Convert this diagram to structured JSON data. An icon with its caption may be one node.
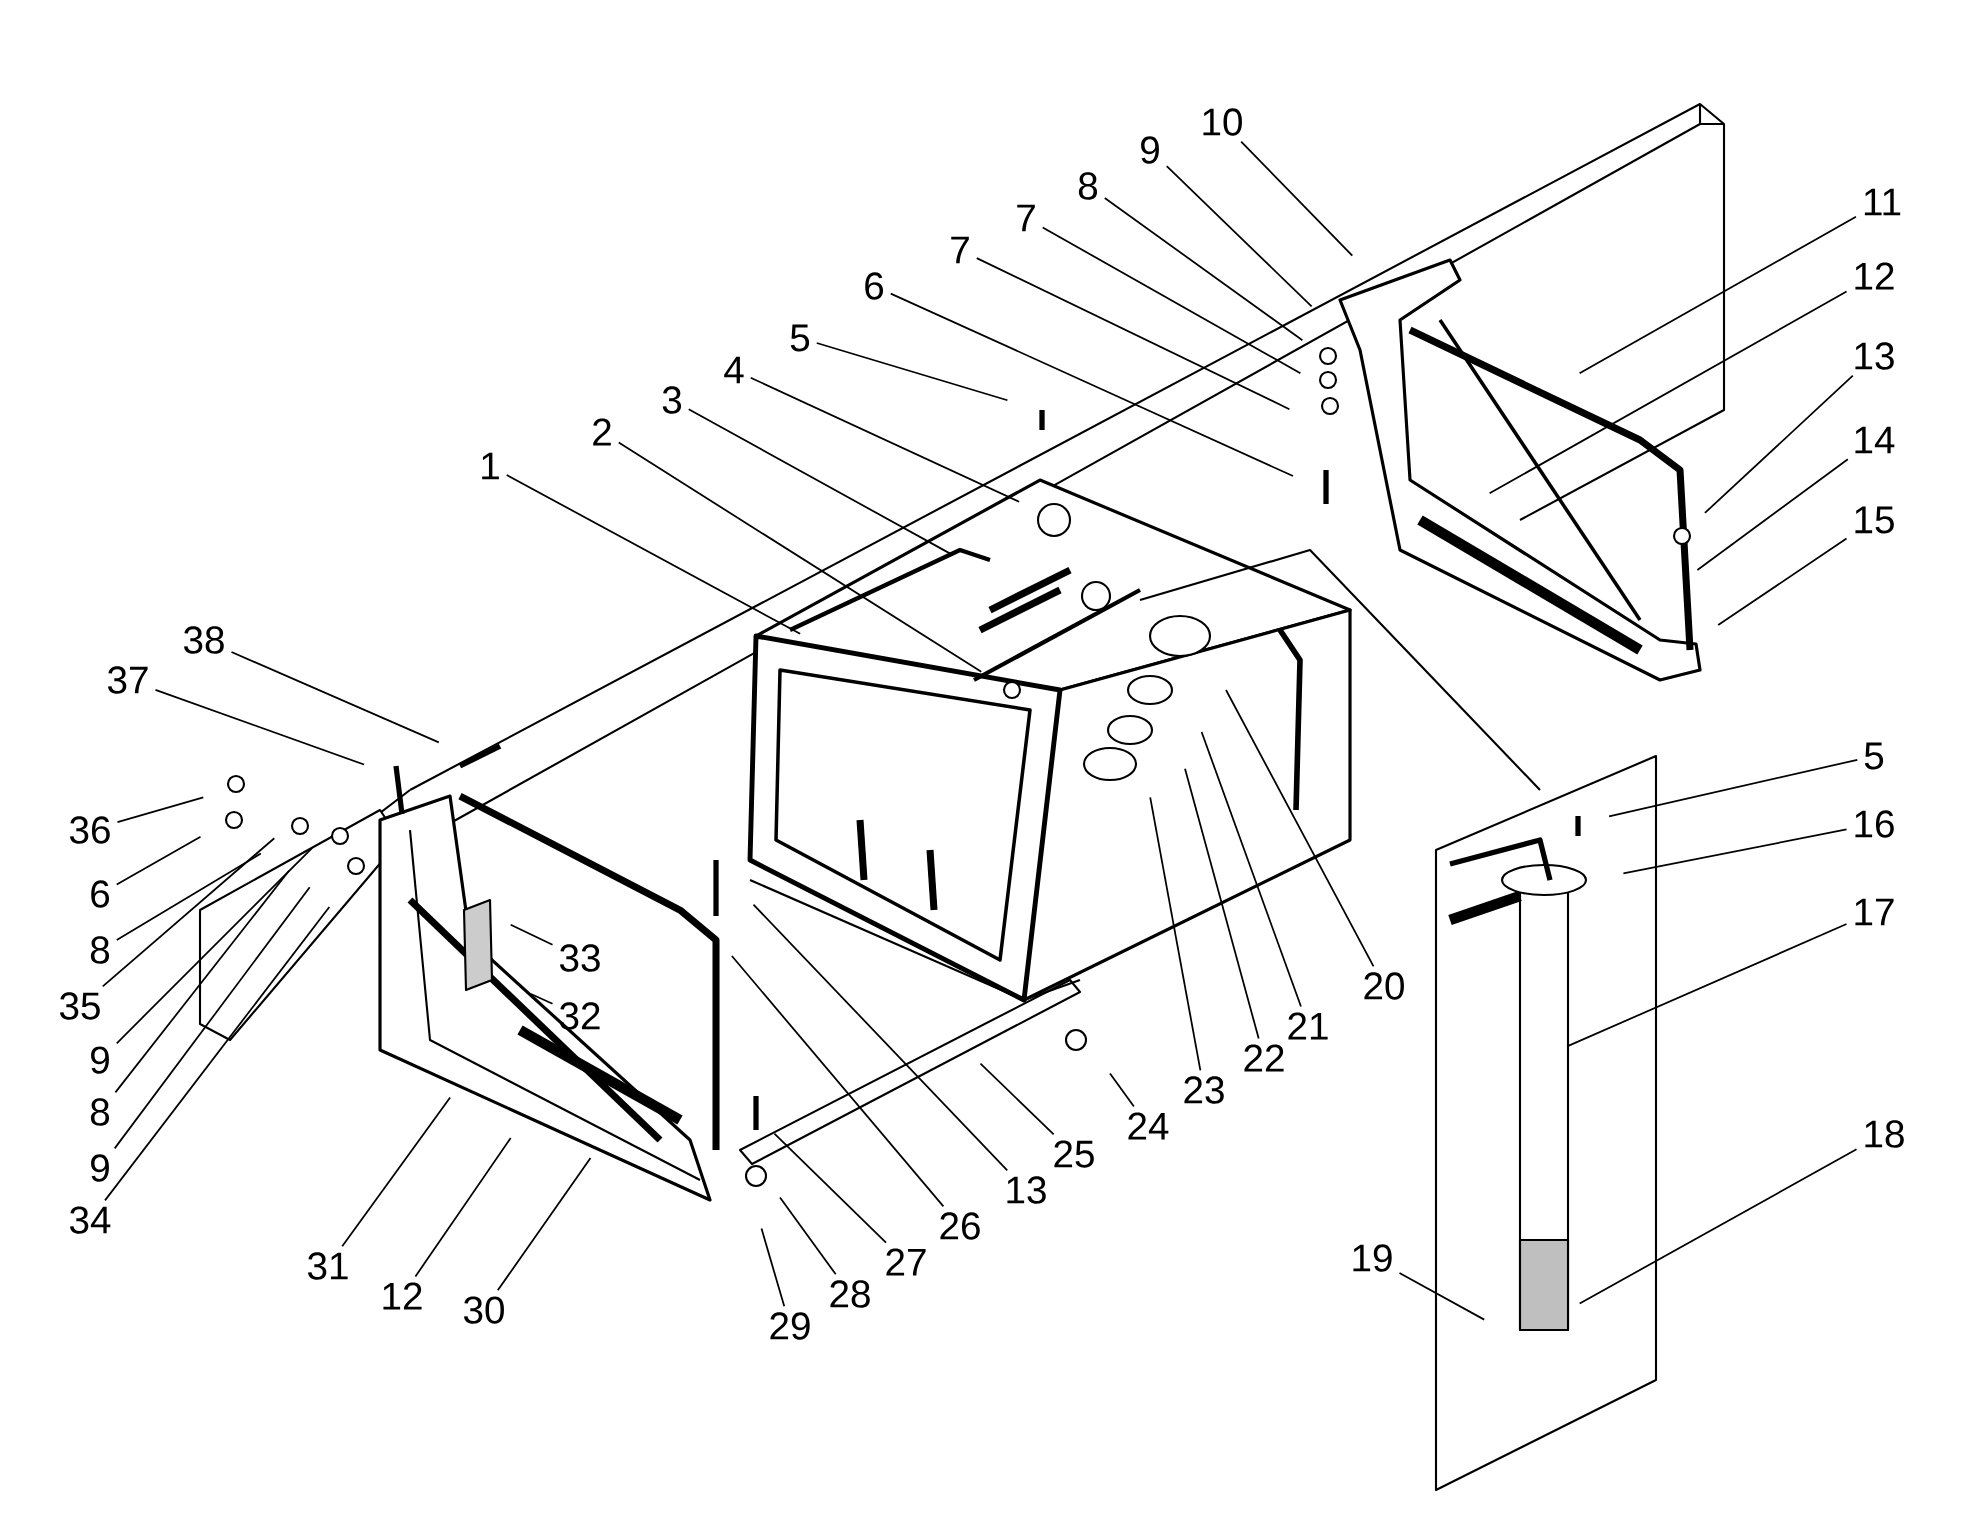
{
  "diagram": {
    "nodes": [
      {
        "text": [
          "1"
        ]
      },
      {
        "text": [
          "2"
        ]
      },
      {
        "text": [
          "3"
        ]
      },
      {
        "text": [
          "4"
        ]
      },
      {
        "text": [
          "5"
        ]
      },
      {
        "text": [
          "6"
        ]
      },
      {
        "text": [
          "7"
        ]
      },
      {
        "text": [
          "7"
        ]
      },
      {
        "text": [
          "8"
        ]
      },
      {
        "text": [
          "9"
        ]
      },
      {
        "text": [
          "10"
        ]
      },
      {
        "text": [
          "11"
        ]
      },
      {
        "text": [
          "12"
        ]
      },
      {
        "text": [
          "13"
        ]
      },
      {
        "text": [
          "14"
        ]
      },
      {
        "text": [
          "15"
        ]
      },
      {
        "text": [
          "5"
        ]
      },
      {
        "text": [
          "16"
        ]
      },
      {
        "text": [
          "17"
        ]
      },
      {
        "text": [
          "18"
        ]
      },
      {
        "text": [
          "19"
        ]
      },
      {
        "text": [
          "20"
        ]
      },
      {
        "text": [
          "21"
        ]
      },
      {
        "text": [
          "22"
        ]
      },
      {
        "text": [
          "23"
        ]
      },
      {
        "text": [
          "24"
        ]
      },
      {
        "text": [
          "25"
        ]
      },
      {
        "text": [
          "13"
        ]
      },
      {
        "text": [
          "26"
        ]
      },
      {
        "text": [
          "27"
        ]
      },
      {
        "text": [
          "28"
        ]
      },
      {
        "text": [
          "29"
        ]
      },
      {
        "text": [
          "30"
        ]
      },
      {
        "text": [
          "12"
        ]
      },
      {
        "text": [
          "31"
        ]
      },
      {
        "text": [
          "32"
        ]
      },
      {
        "text": [
          "33"
        ]
      },
      {
        "text": [
          "34"
        ]
      },
      {
        "text": [
          "9"
        ]
      },
      {
        "text": [
          "8"
        ]
      },
      {
        "text": [
          "9"
        ]
      },
      {
        "text": [
          "35"
        ]
      },
      {
        "text": [
          "8"
        ]
      },
      {
        "text": [
          "6"
        ]
      },
      {
        "text": [
          "36"
        ]
      },
      {
        "text": [
          "37"
        ]
      },
      {
        "text": [
          "38"
        ]
      }
    ],
    "edges": [
      {
        "from": 0,
        "to": null,
        "arrow": "none"
      },
      {
        "from": 1,
        "to": null,
        "arrow": "none"
      },
      {
        "from": 2,
        "to": null,
        "arrow": "none"
      },
      {
        "from": 3,
        "to": null,
        "arrow": "none"
      },
      {
        "from": 4,
        "to": null,
        "arrow": "none"
      },
      {
        "from": 5,
        "to": null,
        "arrow": "none"
      },
      {
        "from": 6,
        "to": null,
        "arrow": "none"
      },
      {
        "from": 7,
        "to": null,
        "arrow": "none"
      },
      {
        "from": 8,
        "to": null,
        "arrow": "none"
      },
      {
        "from": 9,
        "to": null,
        "arrow": "none"
      },
      {
        "from": 10,
        "to": null,
        "arrow": "none"
      },
      {
        "from": 11,
        "to": null,
        "arrow": "none"
      },
      {
        "from": 12,
        "to": null,
        "arrow": "none"
      },
      {
        "from": 13,
        "to": null,
        "arrow": "none"
      },
      {
        "from": 14,
        "to": null,
        "arrow": "none"
      },
      {
        "from": 15,
        "to": null,
        "arrow": "none"
      },
      {
        "from": 16,
        "to": null,
        "arrow": "none"
      },
      {
        "from": 17,
        "to": null,
        "arrow": "none"
      },
      {
        "from": 18,
        "to": null,
        "arrow": "none"
      },
      {
        "from": 19,
        "to": null,
        "arrow": "none"
      },
      {
        "from": 20,
        "to": null,
        "arrow": "none"
      },
      {
        "from": 21,
        "to": null,
        "arrow": "none"
      },
      {
        "from": 22,
        "to": null,
        "arrow": "none"
      },
      {
        "from": 23,
        "to": null,
        "arrow": "none"
      },
      {
        "from": 24,
        "to": null,
        "arrow": "none"
      },
      {
        "from": 25,
        "to": null,
        "arrow": "none"
      },
      {
        "from": 26,
        "to": null,
        "arrow": "none"
      },
      {
        "from": 27,
        "to": null,
        "arrow": "none"
      },
      {
        "from": 28,
        "to": null,
        "arrow": "none"
      },
      {
        "from": 29,
        "to": null,
        "arrow": "none"
      },
      {
        "from": 30,
        "to": null,
        "arrow": "none"
      },
      {
        "from": 31,
        "to": null,
        "arrow": "none"
      },
      {
        "from": 32,
        "to": null,
        "arrow": "none"
      },
      {
        "from": 33,
        "to": null,
        "arrow": "none"
      },
      {
        "from": 34,
        "to": null,
        "arrow": "none"
      },
      {
        "from": 35,
        "to": null,
        "arrow": "none"
      },
      {
        "from": 36,
        "to": null,
        "arrow": "none"
      },
      {
        "from": 37,
        "to": null,
        "arrow": "none"
      },
      {
        "from": 38,
        "to": null,
        "arrow": "none"
      },
      {
        "from": 39,
        "to": null,
        "arrow": "none"
      },
      {
        "from": 40,
        "to": null,
        "arrow": "none"
      },
      {
        "from": 41,
        "to": null,
        "arrow": "none"
      },
      {
        "from": 42,
        "to": null,
        "arrow": "none"
      },
      {
        "from": 43,
        "to": null,
        "arrow": "none"
      },
      {
        "from": 44,
        "to": null,
        "arrow": "none"
      },
      {
        "from": 45,
        "to": null,
        "arrow": "none"
      },
      {
        "from": 46,
        "to": null,
        "arrow": "none"
      }
    ]
  }
}
